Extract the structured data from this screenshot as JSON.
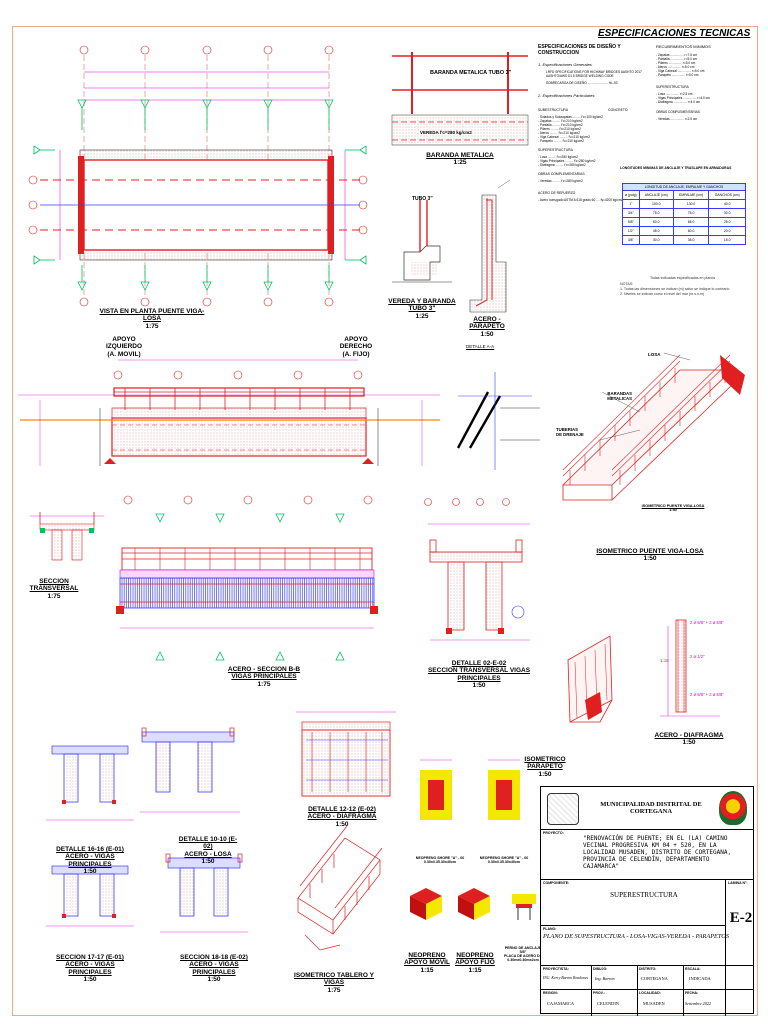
{
  "specs": {
    "title": "ESPECIFICACIONES TECNICAS",
    "subtitle": "ESPECIFICACIONES DE DISEÑO Y CONSTRUCCION",
    "rec_title": "RECUBRIMIENTOS MINIMOS",
    "general": "1. Especificaciones Generales",
    "gen_line1": "LRFD SPECIFICATIONS FOR HIGHWAY BRIDGES AASHTO 2017",
    "gen_line2": "AASHTO/AWS D1.5 BRIDGE WELDING CODE",
    "gen_line3": "SOBRECARGA DE DISEÑO",
    "gen_line3_val": "HL-93",
    "particular": "2. Especificaciones Particulares",
    "concreto": "CONCRETO",
    "super": "SUBESTRUCTURA",
    "super2": "SUPERESTRUCTURA",
    "obras": "OBRAS COMPLEMENTARIAS",
    "acero": "ACERO DE REFUERZO",
    "acero_line": "- Acero corrugado ASTM A 615 grado 60",
    "acero_val": "fy=4200 kg/cm2",
    "losa_title": "LONGITUDES MINIMAS DE ANCLAJE Y TRASLAPE EN ARMADURAS",
    "sub_rows": [
      {
        "k": "- Solados y Subzapatas",
        "v": "f'c=100 kg/cm2"
      },
      {
        "k": "- Zapatas",
        "v": "f'c=210 kg/cm2"
      },
      {
        "k": "- Pantalla",
        "v": "f'c=210 kg/cm2"
      },
      {
        "k": "- Pilares",
        "v": "f'c=210 kg/cm2"
      },
      {
        "k": "- Aleros",
        "v": "f'c=210 kg/cm2"
      },
      {
        "k": "- Viga Cabezal",
        "v": "f'c=210 kg/cm2"
      },
      {
        "k": "- Parapeto",
        "v": "f'c=210 kg/cm2"
      }
    ],
    "sup_rows": [
      {
        "k": "- Losa",
        "v": "f'c=280 kg/cm2"
      },
      {
        "k": "- Vigas Principales",
        "v": "f'c=280 kg/cm2"
      },
      {
        "k": "- Diafragma",
        "v": "f'c=280 kg/cm2"
      }
    ],
    "veredas": {
      "k": "- Veredas",
      "v": "f'c=280 kg/cm2"
    },
    "rec_rows": [
      {
        "k": "- Zapatas",
        "v": "r=7.5 cm"
      },
      {
        "k": "- Pantalla",
        "v": "r=5.0 cm"
      },
      {
        "k": "- Pilares",
        "v": "r=5.0 cm"
      },
      {
        "k": "- Aleros",
        "v": "r=5.0 cm"
      },
      {
        "k": "- Viga Cabezal",
        "v": "r=5.0 cm"
      },
      {
        "k": "- Parapeto",
        "v": "r=5.0 cm"
      }
    ],
    "rec_sup_rows": [
      {
        "k": "- Losa",
        "v": "r=2.5 cm"
      },
      {
        "k": "- Vigas Principales",
        "v": "r=4.0 cm"
      },
      {
        "k": "- Diafragma",
        "v": "r=4.0 cm"
      }
    ],
    "rec_obras": {
      "k": "- Veredas",
      "v": "r=2.5 cm"
    },
    "table": {
      "caption": "LONGITUD DE ANCLAJE, EMPALME Y GANCHOS",
      "headers": [
        "ø (pulg)",
        "ANCLAJE (cm)",
        "EMPALME (cm)",
        "GANCHOS (cm)"
      ],
      "rows": [
        [
          "1\"",
          "100.0",
          "130.0",
          "40.0"
        ],
        [
          "3/4\"",
          "75.0",
          "75.0",
          "30.0"
        ],
        [
          "5/8\"",
          "60.0",
          "65.0",
          "25.0"
        ],
        [
          "1/2\"",
          "45.0",
          "60.0",
          "20.0"
        ],
        [
          "3/8\"",
          "30.0",
          "35.0",
          "15.0"
        ]
      ],
      "note": "Todas indicadas especificadas en planos"
    },
    "notas": "NOTAS:",
    "nota1": "1. Todas las dimensiones se indican (m) salvo se indique lo contrario",
    "nota2": "2. Niveles se indican como el nivel del mar (m.s.n.m)"
  },
  "labels": {
    "planta": "VISTA EN PLANTA PUENTE VIGA-LOSA",
    "planta_scale": "1:75",
    "baranda": "BARANDA METALICA",
    "baranda_scale": "1:25",
    "baranda_tubo": "BARANDA METALICA TUBO 3\"",
    "vereda_txt": "VEREDA f'c=280 kg/cm2",
    "vereda_title": "VEREDA Y BARANDA TUBO  3\"",
    "vereda_scale": "1:25",
    "tubo": "TUBO 3\"",
    "acero_parapeto": "ACERO - PARAPETO",
    "acero_parapeto_scale": "1:50",
    "apoyo_izq": "APOYO\nIZQUIERDO\n(A. MOVIL)",
    "apoyo_der": "APOYO\nDERECHO\n(A. FIJO)",
    "detalle_aa": "DETALLE A-A",
    "losa": "LOSA",
    "barandas": "BARANDAS\nMETALICAS",
    "tuberias": "TUBERIAS\nDE DRENAJE",
    "iso_small": "ISOMETRICO PUENTE VIGA-LOSA",
    "iso_small_scale": "1:50",
    "iso_title": "ISOMETRICO  PUENTE VIGA-LOSA",
    "iso_scale": "1:50",
    "sec_trans": "SECCION TRANSVERSAL",
    "sec_trans_scale": "1:75",
    "acero_b": "ACERO - SECCION B-B",
    "acero_b2": "VIGAS PRINCIPALES",
    "acero_b_scale": "1:75",
    "det_02": "DETALLE 02-E-02",
    "det_02b": "SECCION TRANSVERSAL VIGAS PRINCIPALES",
    "det_02_scale": "1:50",
    "acero_diafragma": "ACERO - DIAFRAGMA",
    "acero_diafragma_scale": "1:50",
    "iso_parapeto": "ISOMETRICO PARAPETO",
    "iso_parapeto_scale": "1:50",
    "det_1616": "DETALLE 16-16 (E-01)",
    "det_1616b": "ACERO - VIGAS PRINCIPALES",
    "det_1616_scale": "1:50",
    "det_1010": "DETALLE 10-10 (E-02)",
    "det_1010b": "ACERO - LOSA",
    "det_1010_scale": "1:50",
    "det_1212": "DETALLE 12-12 (E-02)",
    "det_1212b": "ACERO - DIAFRAGMA",
    "det_1212_scale": "1:50",
    "sec_1717": "SECCION 17-17 (E-01)",
    "sec_1717b": "ACERO - VIGAS PRINCIPALES",
    "sec_1717_scale": "1:50",
    "sec_1818": "SECCION 18-18 (E-02)",
    "sec_1818b": "ACERO - VIGAS PRINCIPALES",
    "sec_1818_scale": "1:50",
    "iso_tablero": "ISOMETRICO TABLERO Y VIGAS",
    "iso_tablero_scale": "1:75",
    "neop_a": "NEOPRENO SHORE \"A\" - 60\n0.30x0.35.30x40cm",
    "neop_b": "NEOPRENO SHORE \"A\" - 60\n0.30x0.35.30x40cm",
    "neop_movil": "NEOPRENO\nAPOYO MOVIL",
    "neop_movil_scale": "1:15",
    "neop_fijo": "NEOPRENO\nAPOYO FIJO",
    "neop_fijo_scale": "1:15",
    "perno": "PERNO DE ANCLAJE\n5/8\"\nPLACA DE ACERO DE\n0.30mx0.30mx2cm",
    "dim_115": "1.15",
    "pl_a": "2 ø 5/8\" + 2 ø 5/8\"",
    "pl_b": "2 ø 1/2\"",
    "pl_c": "2 ø 5/8\" + 2 ø 5/8\""
  },
  "titleblock": {
    "entity": "MUNICIPALIDAD DISTRITAL DE CORTEGANA",
    "proyecto_cap": "PROYECTO:",
    "proyecto": "\"RENOVACIÓN DE PUENTE; EN EL (LA) CAMINO VECINAL PROGRESIVA KM 04 + 520, EN LA LOCALIDAD MUSADEN, DISTRITO DE CORTEGANA, PROVINCIA DE CELENDÍN, DEPARTAMENTO CAJAMARCA\"",
    "componente_cap": "COMPONENTE:",
    "componente": "SUPERESTRUCTURA",
    "plano_cap": "PLANO:",
    "plano": "PLANO DE SUPESTRUCTURA - LOSA-VIGAS-VEREDA - PARAPETOS",
    "lamina_cap": "LAMINA N°:",
    "lamina": "E-2",
    "proyectista_cap": "PROYECTISTA:",
    "proyectista": "ING. Kerry Barron Rondones",
    "dibujo_cap": "DIBUJO:",
    "dibujo": "Ing. Barron",
    "distrito_cap": "DISTRITO:",
    "distrito": "CORTEGANA",
    "escala_cap": "ESCALA:",
    "escala": "INDICADA",
    "region_cap": "REGION:",
    "region": "CAJAMARCA",
    "provincia_cap": "PROV.:",
    "provincia": "CELENDIN",
    "localidad_cap": "LOCALIDAD:",
    "localidad": "MUSADEN",
    "fecha_cap": "FECHA:",
    "fecha": "Setiembre 2022"
  },
  "colors": {
    "red": "#e02020",
    "magenta": "#e000e0",
    "green": "#00c060",
    "blue": "#3a3aff",
    "orange": "#ff8a00"
  }
}
